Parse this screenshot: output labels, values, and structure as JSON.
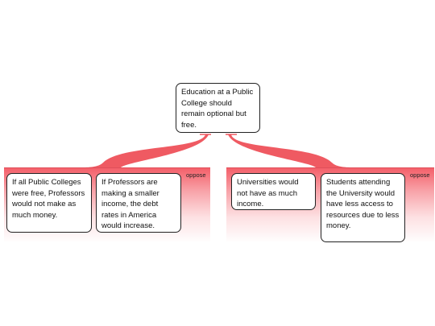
{
  "root": {
    "text": "Education at a Public College should remain optional but free."
  },
  "groups": [
    {
      "label": "oppose",
      "nodes": [
        {
          "text": "If all Public Colleges were free, Professors would not make as much money."
        },
        {
          "text": "If Professors are making a smaller income, the debt rates in America would increase."
        }
      ]
    },
    {
      "label": "oppose",
      "nodes": [
        {
          "text": "Universities would not have as much income."
        },
        {
          "text": "Students attending the University would have less access to resources due to less money."
        }
      ]
    }
  ],
  "colors": {
    "connector": "#ef5a62",
    "group_top": "#f4606a",
    "border": "#222222"
  }
}
